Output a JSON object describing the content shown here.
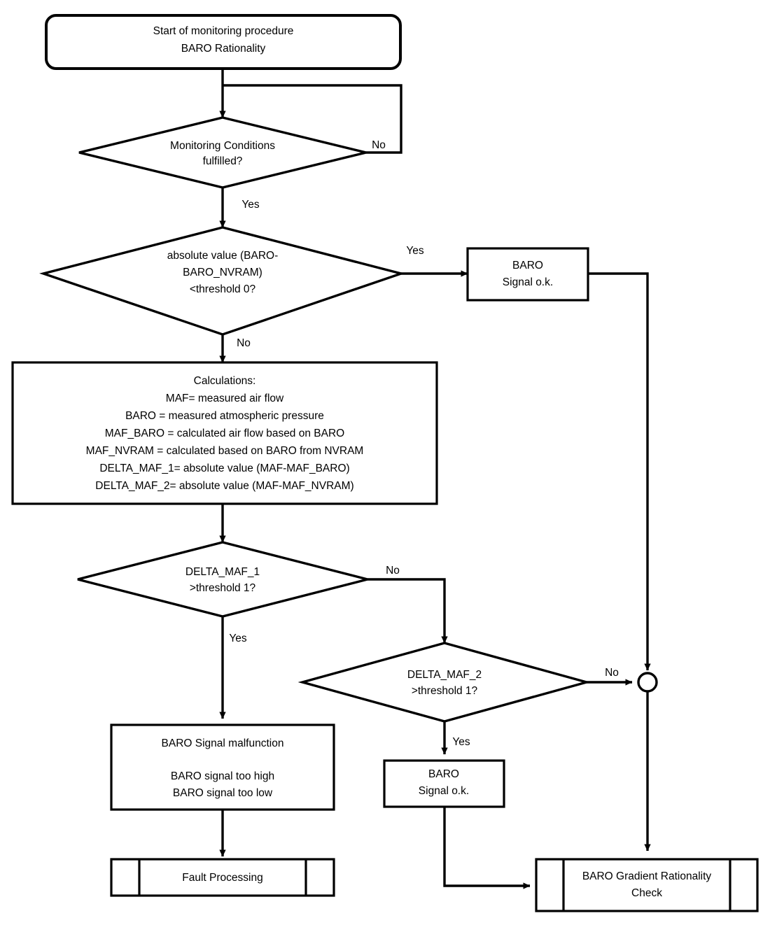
{
  "diagram": {
    "title": "BARO Rationality monitoring procedure flowchart",
    "colors": {
      "stroke": "#000000",
      "fill": "#ffffff",
      "text": "#000000"
    },
    "nodes": {
      "start": {
        "shape": "rounded-terminator",
        "line1": "Start of monitoring procedure",
        "line2": "BARO Rationality"
      },
      "monitoring_conditions": {
        "shape": "decision",
        "line1": "Monitoring Conditions",
        "line2": "fulfilled?"
      },
      "baro_nvram_threshold": {
        "shape": "decision",
        "line1": "absolute value (BARO-",
        "line2": "BARO_NVRAM)",
        "line3": "<threshold 0?"
      },
      "baro_signal_ok_top": {
        "shape": "process",
        "line1": "BARO",
        "line2": "Signal o.k."
      },
      "calculations": {
        "shape": "process",
        "line1": "Calculations:",
        "line2": "MAF= measured air flow",
        "line3": "BARO = measured atmospheric pressure",
        "line4": "MAF_BARO = calculated air flow based on BARO",
        "line5": "MAF_NVRAM = calculated based on BARO from NVRAM",
        "line6": "DELTA_MAF_1= absolute value (MAF-MAF_BARO)",
        "line7": "DELTA_MAF_2= absolute value (MAF-MAF_NVRAM)"
      },
      "delta_maf_1": {
        "shape": "decision",
        "line1": "DELTA_MAF_1",
        "line2": ">threshold 1?"
      },
      "delta_maf_2": {
        "shape": "decision",
        "line1": "DELTA_MAF_2",
        "line2": ">threshold 1?"
      },
      "baro_malfunction": {
        "shape": "process",
        "line1": "BARO Signal malfunction",
        "line2": "BARO signal too high",
        "line3": "BARO signal too low"
      },
      "baro_signal_ok_bottom": {
        "shape": "process",
        "line1": "BARO",
        "line2": "Signal o.k."
      },
      "fault_processing": {
        "shape": "predefined-process",
        "line1": "Fault Processing"
      },
      "baro_gradient_check": {
        "shape": "predefined-process",
        "line1": "BARO Gradient Rationality",
        "line2": "Check"
      },
      "merge_junction": {
        "shape": "connector-circle",
        "label": ""
      }
    },
    "edge_labels": {
      "monitoring_no": "No",
      "monitoring_yes": "Yes",
      "threshold0_yes": "Yes",
      "threshold0_no": "No",
      "delta1_no": "No",
      "delta1_yes": "Yes",
      "delta2_no": "No",
      "delta2_yes": "Yes"
    }
  }
}
